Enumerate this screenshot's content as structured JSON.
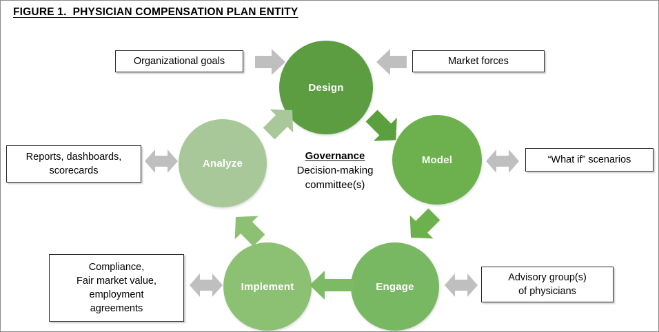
{
  "figure": {
    "title": "FIGURE 1.  PHYSICIAN COMPENSATION PLAN ENTITY",
    "border_color": "#8a8a8a",
    "background": "#ffffff"
  },
  "center": {
    "heading": "Governance",
    "line1": "Decision-making",
    "line2": "committee(s)"
  },
  "cycle": {
    "nodes": [
      {
        "id": "design",
        "label": "Design",
        "color": "#5d9d41"
      },
      {
        "id": "model",
        "label": "Model",
        "color": "#6cb14e"
      },
      {
        "id": "engage",
        "label": "Engage",
        "color": "#79b862"
      },
      {
        "id": "implement",
        "label": "Implement",
        "color": "#8cc173"
      },
      {
        "id": "analyze",
        "label": "Analyze",
        "color": "#a9c89a"
      }
    ],
    "transitions": [
      {
        "from": "design",
        "to": "model",
        "direction": "down-right",
        "color": "#5ba03f"
      },
      {
        "from": "model",
        "to": "engage",
        "direction": "down-left",
        "color": "#6cb14e"
      },
      {
        "from": "engage",
        "to": "implement",
        "direction": "left",
        "color": "#7cbb63"
      },
      {
        "from": "implement",
        "to": "analyze",
        "direction": "up-left",
        "color": "#8cc173"
      },
      {
        "from": "analyze",
        "to": "design",
        "direction": "up-right",
        "color": "#a9c89a"
      }
    ]
  },
  "callouts": [
    {
      "id": "organizational-goals",
      "text": "Organizational goals",
      "arrow": "right",
      "arrow_color": "#bfbfbf"
    },
    {
      "id": "market-forces",
      "text": "Market forces",
      "arrow": "left",
      "arrow_color": "#bfbfbf"
    },
    {
      "id": "reports",
      "text": "Reports, dashboards,\nscorecards",
      "arrow": "double",
      "arrow_color": "#bfbfbf"
    },
    {
      "id": "what-if",
      "text": "“What if” scenarios",
      "arrow": "double",
      "arrow_color": "#bfbfbf"
    },
    {
      "id": "compliance",
      "text": "Compliance,\nFair market value,\nemployment\nagreements",
      "arrow": "double",
      "arrow_color": "#bfbfbf"
    },
    {
      "id": "advisory",
      "text": "Advisory group(s)\nof physicians",
      "arrow": "double",
      "arrow_color": "#bfbfbf"
    }
  ]
}
